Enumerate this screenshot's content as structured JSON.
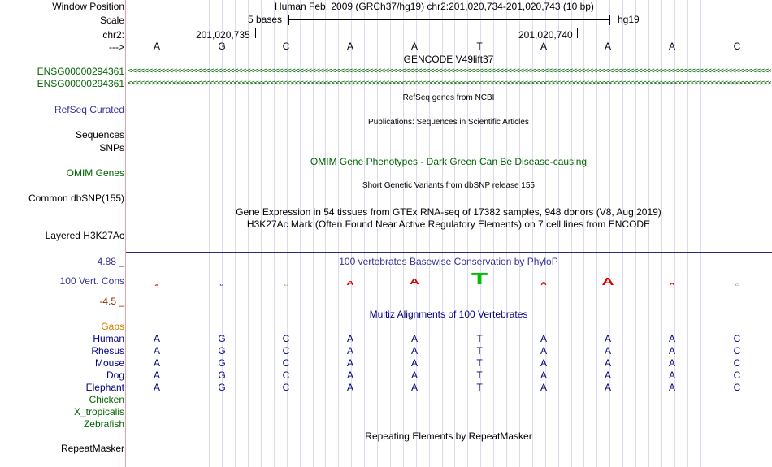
{
  "header": {
    "window_position_label": "Window Position",
    "window_position_value": "Human Feb. 2009 (GRCh37/hg19)   chr2:201,020,734-201,020,743 (10 bp)",
    "scale_label": "Scale",
    "scale_value": "5 bases",
    "scale_db": "hg19",
    "chr_label": "chr2:",
    "coord_left": "201,020,735",
    "coord_right": "201,020,740",
    "strand_label": "--->"
  },
  "bases": [
    "A",
    "G",
    "C",
    "A",
    "A",
    "T",
    "A",
    "A",
    "A",
    "C"
  ],
  "tracks": {
    "gencode_title": "GENCODE V49lift37",
    "gencode_items": [
      "ENSG00000294361",
      "ENSG00000294361"
    ],
    "refseq_label": "RefSeq Curated",
    "refseq_title": "RefSeq genes from NCBI",
    "sequences_label": "Sequences",
    "publications_title": "Publications: Sequences in Scientific Articles",
    "snps_label": "SNPs",
    "omim_label": "OMIM Genes",
    "omim_title": "OMIM Gene Phenotypes - Dark Green Can Be Disease-causing",
    "dbsnp_label": "Common dbSNP(155)",
    "dbsnp_title": "Short Genetic Variants from dbSNP release 155",
    "gtex_title": "Gene Expression in 54 tissues from GTEx RNA-seq of 17382 samples, 948 donors (V8, Aug 2019)",
    "h3k27_label": "Layered H3K27Ac",
    "h3k27_title": "H3K27Ac Mark (Often Found Near Active Regulatory Elements) on 7 cell lines from ENCODE",
    "cons_max": "4.88 _",
    "cons_label": "100 Vert. Cons",
    "cons_min": "-4.5 _",
    "cons_title": "100 vertebrates Basewise Conservation by PhyloP",
    "multiz_title": "Multiz Alignments of 100 Vertebrates",
    "gaps_label": "Gaps",
    "repeat_label": "RepeatMasker",
    "repeat_title": "Repeating Elements by RepeatMasker"
  },
  "species": [
    {
      "name": "Human",
      "bases": [
        "A",
        "G",
        "C",
        "A",
        "A",
        "T",
        "A",
        "A",
        "A",
        "C"
      ]
    },
    {
      "name": "Rhesus",
      "bases": [
        "A",
        "G",
        "C",
        "A",
        "A",
        "T",
        "A",
        "A",
        "A",
        "C"
      ]
    },
    {
      "name": "Mouse",
      "bases": [
        "A",
        "G",
        "C",
        "A",
        "A",
        "T",
        "A",
        "A",
        "A",
        "C"
      ]
    },
    {
      "name": "Dog",
      "bases": [
        "A",
        "G",
        "C",
        "A",
        "A",
        "T",
        "A",
        "A",
        "A",
        "C"
      ]
    },
    {
      "name": "Elephant",
      "bases": [
        "A",
        "G",
        "C",
        "A",
        "A",
        "T",
        "A",
        "A",
        "A",
        "C"
      ]
    },
    {
      "name": "Chicken",
      "bases": []
    },
    {
      "name": "X_tropicalis",
      "bases": []
    },
    {
      "name": "Zebrafish",
      "bases": []
    }
  ],
  "colors": {
    "gencode": "#006400",
    "cons_pos": "#e00000",
    "cons_neg": "#2020c0",
    "cons_T": "#00c000",
    "separator": "#f0a0a0"
  }
}
